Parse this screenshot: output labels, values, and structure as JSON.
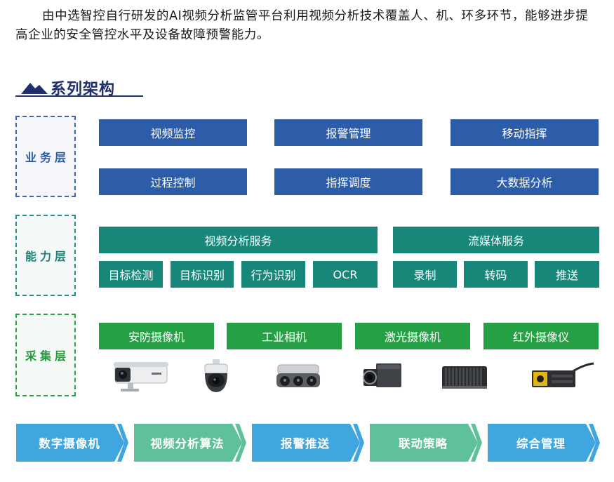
{
  "intro": "由中选智控自行研发的AI视频分析监管平台利用视频分析技术覆盖人、机、环多环节，能够进步提高企业的安全管控水平及设备故障预警能力。",
  "section_title": "系列架构",
  "layers": {
    "business": {
      "label": "业务层",
      "items": [
        "视频监控",
        "报警管理",
        "移动指挥",
        "过程控制",
        "指挥调度",
        "大数据分析"
      ]
    },
    "ability": {
      "label": "能力层",
      "groups": [
        {
          "title": "视频分析服务",
          "items": [
            "目标检测",
            "目标识别",
            "行为识别",
            "OCR"
          ]
        },
        {
          "title": "流媒体服务",
          "items": [
            "录制",
            "转码",
            "推送"
          ]
        }
      ]
    },
    "collect": {
      "label": "采集层",
      "items": [
        "安防摄像机",
        "工业相机",
        "激光摄像机",
        "红外摄像仪"
      ],
      "devices": [
        "bullet-camera-icon",
        "dome-camera-icon",
        "multi-lens-camera-icon",
        "industrial-camera-icon",
        "laser-camera-icon",
        "infrared-camera-icon"
      ]
    }
  },
  "flow": [
    "数字摄像机",
    "视频分析算法",
    "报警推送",
    "联动策略",
    "综合管理"
  ],
  "colors": {
    "business": "#2d5da8",
    "ability": "#17877a",
    "collect": "#26a045",
    "title": "#1f2f6e",
    "flow_blue": "#3fa6e0",
    "flow_green": "#5fc19a"
  }
}
